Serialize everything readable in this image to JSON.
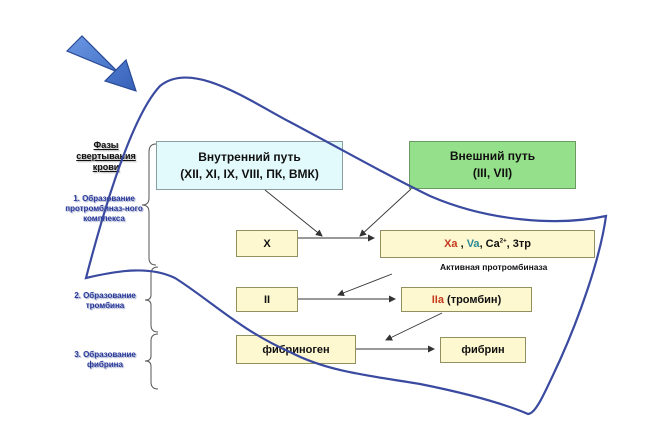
{
  "phases": {
    "title": "Фазы свертывания крови",
    "phase1": "1. Образование протромбиназ-ного комплекса",
    "phase2": "2. Образование тромбина",
    "phase3": "3. Образование фибрина"
  },
  "boxes": {
    "internal_title": "Внутренний путь",
    "internal_factors": "(XII, XI, IX, VIII, ПК, ВМК)",
    "external_title": "Внешний путь",
    "external_factors": "(III, VII)",
    "x": "X",
    "complex": {
      "xa": "Xa",
      "sep1": " , ",
      "va": "Va",
      "ca": ", Ca",
      "ca_sup": "2+",
      "rest": ", 3тр"
    },
    "ii": "II",
    "iia": "IIa",
    "thrombin": " (тромбин)",
    "fibrinogen": "фибриноген",
    "fibrin": "фибрин"
  },
  "caption": "Активная протромбиназа",
  "colors": {
    "internal_fill": "#e3fafc",
    "external_fill": "#95e08a",
    "factor_fill": "#fdf8d0",
    "arrow_blue": "#4a7ad0",
    "accent_red": "#c63a1e",
    "accent_teal": "#2a8a96",
    "phase_text": "#2a3a9a",
    "curve": "#3a4aa0"
  },
  "icons": {
    "pointer": "big-blue-arrow-icon"
  }
}
